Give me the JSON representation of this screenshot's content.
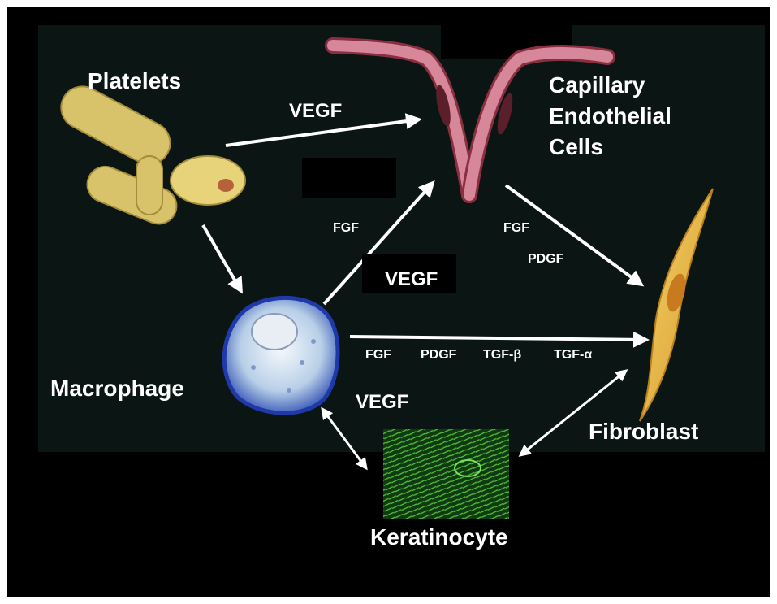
{
  "cells": {
    "platelets": "Platelets",
    "capillary": [
      "Capillary",
      "Endothelial",
      "Cells"
    ],
    "macrophage": "Macrophage",
    "fibroblast": "Fibroblast",
    "keratinocyte": "Keratinocyte"
  },
  "factors": {
    "platelets_to_capillary": "VEGF",
    "macrophage_to_capillary_fgf": "FGF",
    "macrophage_to_capillary_vegf": "VEGF",
    "capillary_to_fibroblast_fgf": "FGF",
    "capillary_to_fibroblast_pdgf": "PDGF",
    "macrophage_to_fibroblast": [
      "FGF",
      "PDGF",
      "TGF-β",
      "TGF-α"
    ],
    "macrophage_keratinocyte": "VEGF"
  },
  "colors": {
    "platelet": "#d9c36a",
    "endothelial": "#c05a6e",
    "macrophage": "#cfe0f2",
    "fibroblast": "#e6b53a",
    "keratinocyte": "#3aa02c"
  }
}
